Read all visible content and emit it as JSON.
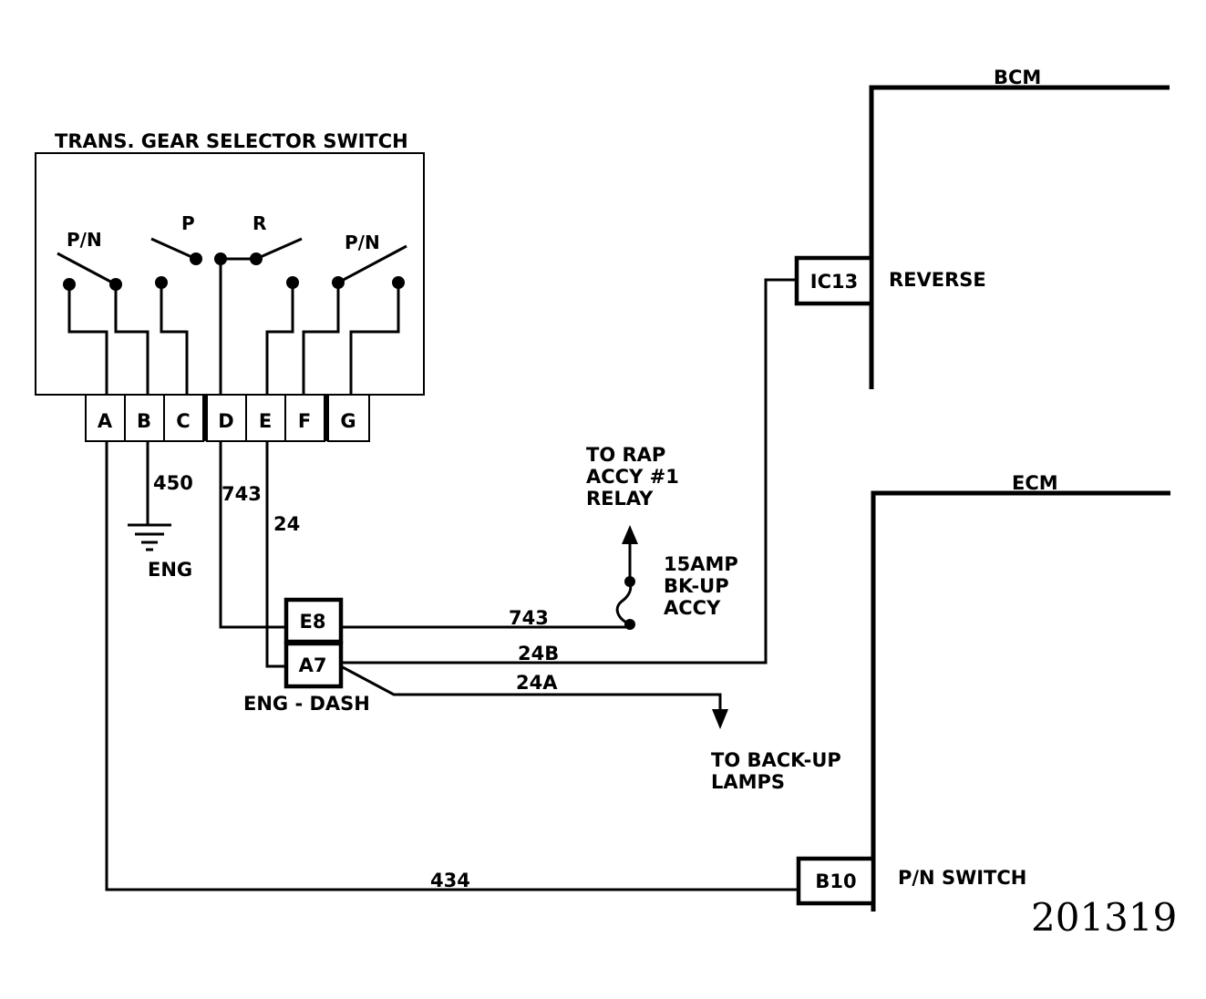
{
  "switch": {
    "title": "TRANS. GEAR SELECTOR SWITCH",
    "contact_labels": {
      "pn_left": "P/N",
      "p": "P",
      "r": "R",
      "pn_right": "P/N"
    },
    "pins": [
      "A",
      "B",
      "C",
      "D",
      "E",
      "F",
      "G"
    ]
  },
  "ground": {
    "wire": "450",
    "label": "ENG"
  },
  "wires": {
    "w743_vertical": "743",
    "w24": "24",
    "w743": "743",
    "w24b": "24B",
    "w24a": "24A",
    "w434": "434"
  },
  "connector": {
    "e8": "E8",
    "a7": "A7",
    "label": "ENG - DASH"
  },
  "relay": {
    "line1": "TO RAP",
    "line2": "ACCY #1",
    "line3": "RELAY"
  },
  "fuse": {
    "line1": "15AMP",
    "line2": "BK-UP",
    "line3": "ACCY"
  },
  "backup": {
    "line1": "TO BACK-UP",
    "line2": "LAMPS"
  },
  "bcm": {
    "label": "BCM",
    "pin": "IC13",
    "signal": "REVERSE"
  },
  "ecm": {
    "label": "ECM",
    "pin": "B10",
    "signal": "P/N SWITCH"
  },
  "figure_id": "201319"
}
